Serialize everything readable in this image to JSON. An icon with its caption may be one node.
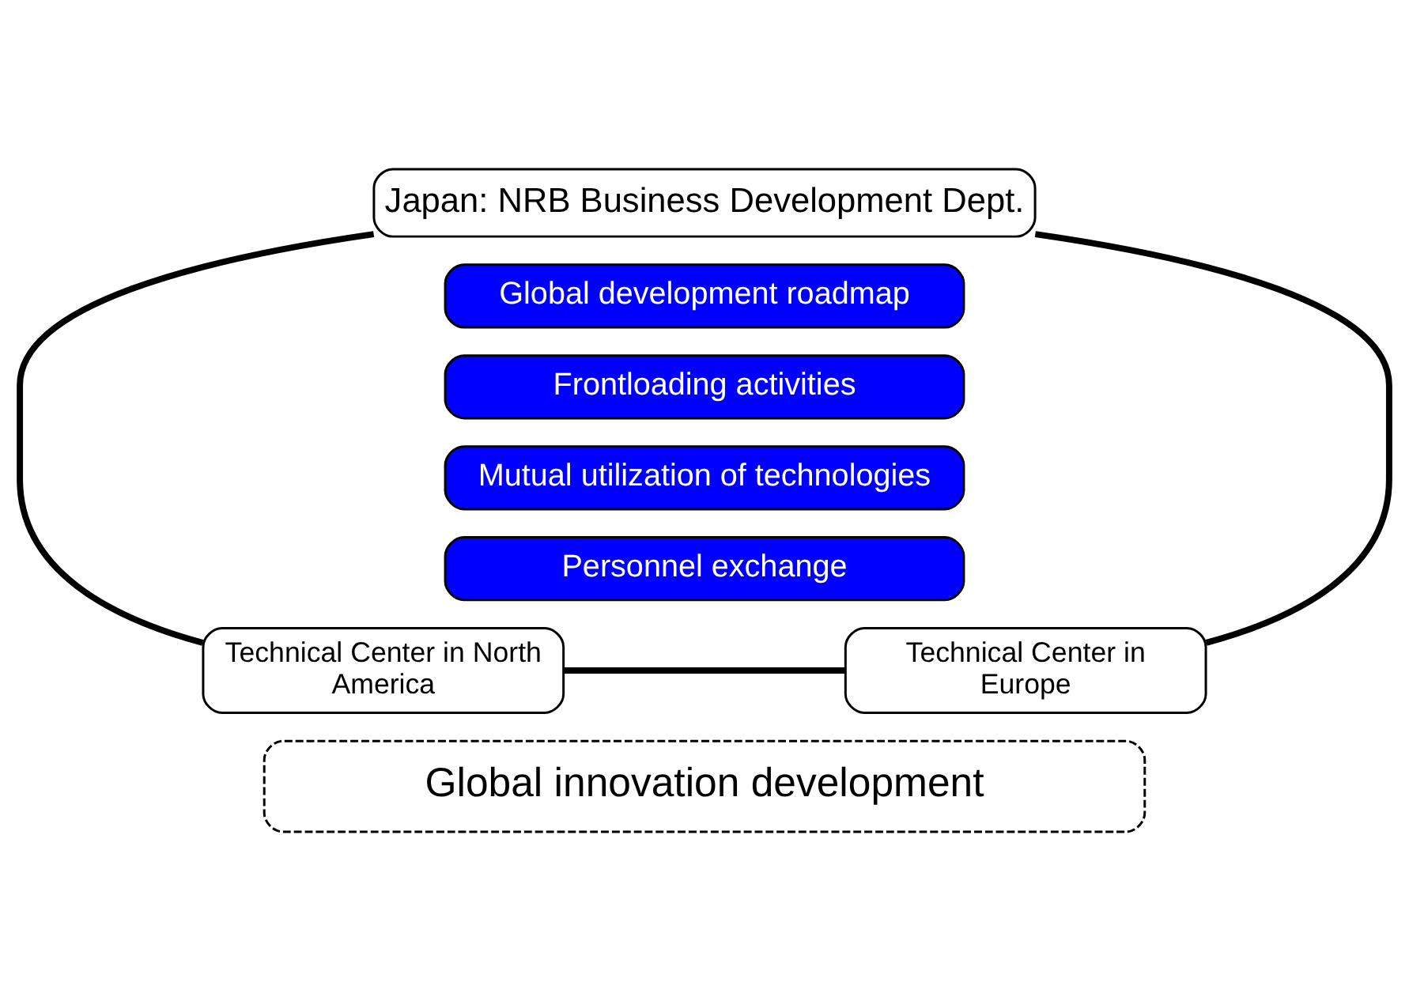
{
  "diagram": {
    "nodes": [
      {
        "text": [
          "Japan: NRB Business Development Dept."
        ]
      },
      {
        "text": [
          "Global development roadmap"
        ]
      },
      {
        "text": [
          "Frontloading activities"
        ]
      },
      {
        "text": [
          "Mutual utilization of technologies"
        ]
      },
      {
        "text": [
          "Personnel exchange"
        ]
      },
      {
        "text": [
          "Technical Center in North America"
        ]
      },
      {
        "text": [
          "Technical Center in Europe"
        ]
      },
      {
        "text": [
          "Global innovation development"
        ]
      }
    ],
    "edges": [
      {
        "from": 0,
        "to": 5,
        "arrow": "none"
      },
      {
        "from": 0,
        "to": 6,
        "arrow": "none"
      },
      {
        "from": 5,
        "to": 6,
        "arrow": "none"
      }
    ]
  }
}
